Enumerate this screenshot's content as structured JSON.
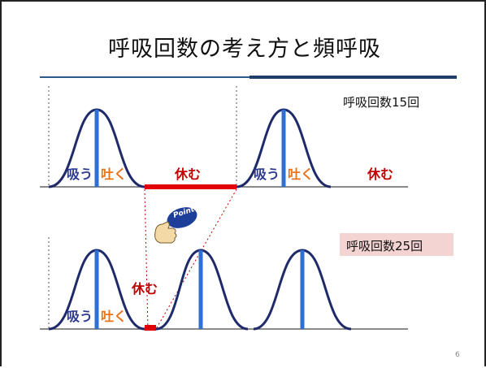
{
  "title": "呼吸回数の考え方と頻呼吸",
  "top_chart": {
    "rate_label": "呼吸回数15回",
    "labels": {
      "inhale_1": "吸う",
      "exhale_1": "吐く",
      "rest_1": "休む",
      "inhale_2": "吸う",
      "exhale_2": "吐く",
      "rest_2": "休む"
    }
  },
  "bottom_chart": {
    "rate_label": "呼吸回数25回",
    "labels": {
      "inhale": "吸う",
      "exhale": "吐く",
      "rest": "休む"
    }
  },
  "point_badge": "Point",
  "page_number": "6",
  "colors": {
    "curve": "#1f2a6b",
    "peak_line": "#2e6fd0",
    "rest_bar": "#e00000",
    "rate_box": "#f4d4d2"
  }
}
